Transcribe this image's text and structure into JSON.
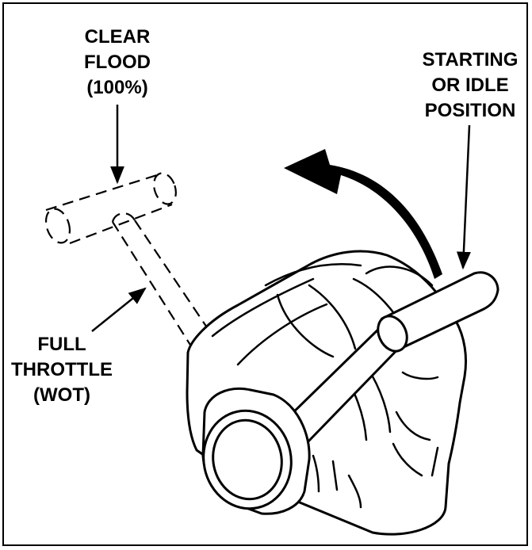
{
  "labels": {
    "clear_flood": [
      "CLEAR",
      "FLOOD",
      "(100%)"
    ],
    "starting_idle": [
      "STARTING",
      "OR IDLE",
      "POSITION"
    ],
    "full_throttle": [
      "FULL",
      "THROTTLE",
      "(WOT)"
    ]
  },
  "colors": {
    "ink": "#000000",
    "paper": "#ffffff"
  }
}
